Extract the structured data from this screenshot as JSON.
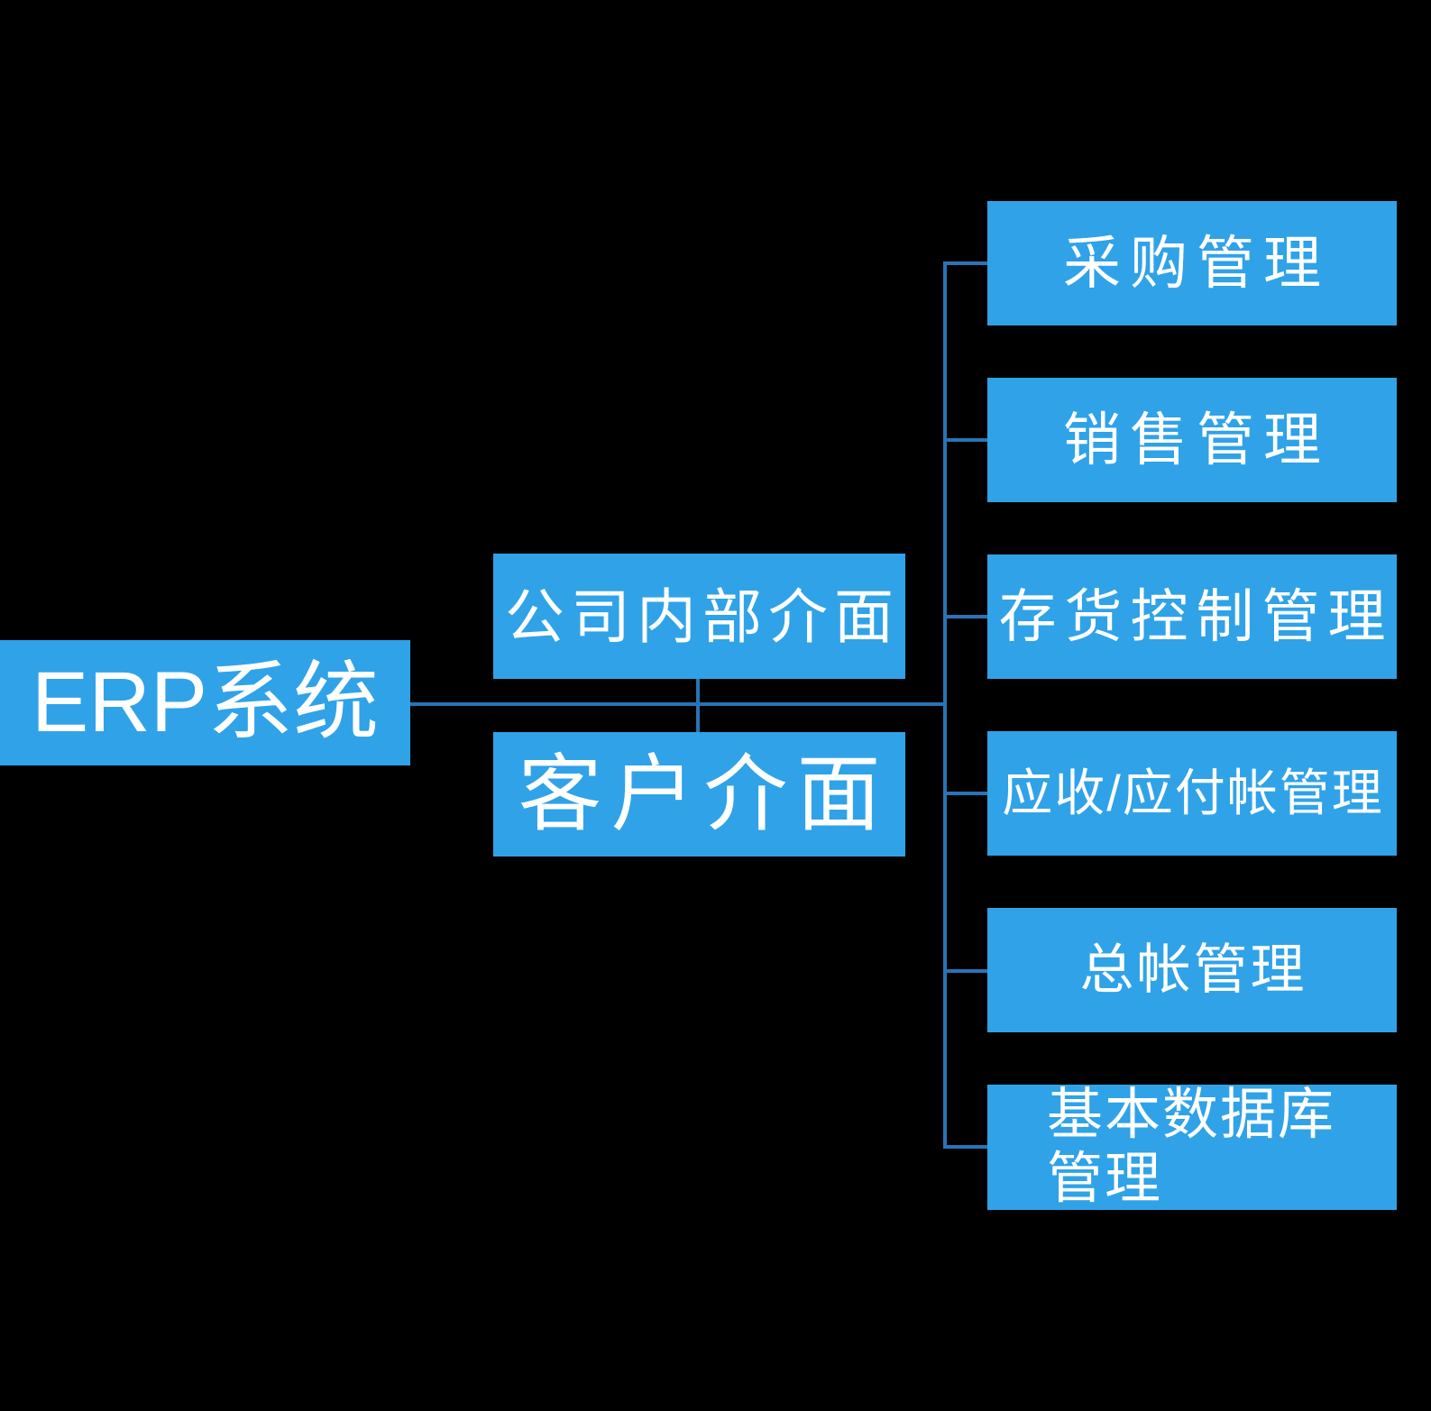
{
  "diagram": {
    "title": "ERP system structure diagram",
    "colors": {
      "background": "#000000",
      "node_fill": "#30A2E8",
      "connector": "#2874B6",
      "text": "#FFFFFF"
    },
    "root": {
      "label": "ERP系统"
    },
    "interfaces": [
      {
        "label": "公司内部介面"
      },
      {
        "label": "客户介面"
      }
    ],
    "modules": [
      {
        "label": "采购管理"
      },
      {
        "label": "销售管理"
      },
      {
        "label": "存货控制管理"
      },
      {
        "label": "应收/应付帐管理"
      },
      {
        "label": "总帐管理"
      },
      {
        "label": "基本数据库管理",
        "line1": "基本数据库",
        "line2": "管理"
      }
    ]
  }
}
